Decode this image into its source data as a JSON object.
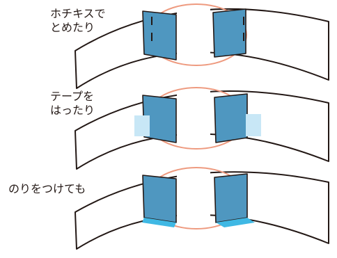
{
  "figure": {
    "panels": [
      {
        "id": "staple",
        "method": "staple",
        "caption_lines": [
          "ホチキスで",
          "とめたり"
        ]
      },
      {
        "id": "tape",
        "method": "tape",
        "caption_lines": [
          "テープを",
          "はったり"
        ]
      },
      {
        "id": "glue",
        "method": "glue",
        "caption_lines": [
          "のりをつけても"
        ]
      }
    ],
    "colors": {
      "band_outline": "#231815",
      "flap_fill": "#4f97c0",
      "ring": "#ee9a7f",
      "tape": "#c8e7f6",
      "glue": "#3fb8e4",
      "caption": "#231815"
    },
    "icons": [
      "staple-icon",
      "tape-icon",
      "glue-icon"
    ]
  }
}
